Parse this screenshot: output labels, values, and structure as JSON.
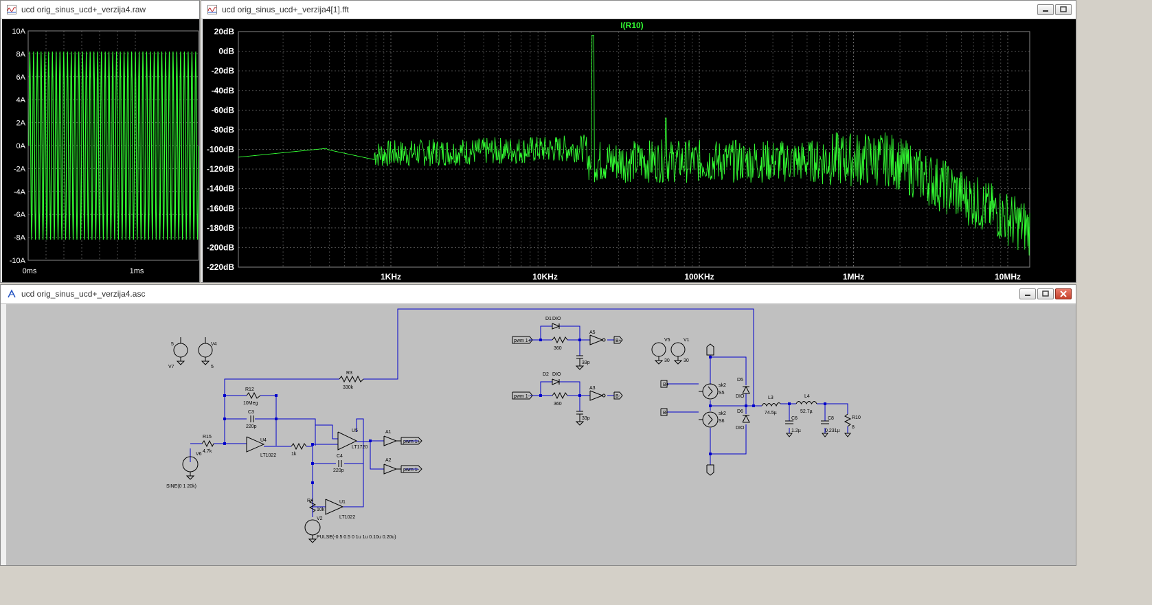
{
  "windows": {
    "raw": {
      "title": "ucd orig_sinus_ucd+_verzija4.raw",
      "y_ticks": [
        "10A",
        "8A",
        "6A",
        "4A",
        "2A",
        "0A",
        "-2A",
        "-4A",
        "-6A",
        "-8A",
        "-10A"
      ],
      "x_ticks": [
        "0ms",
        "1ms"
      ]
    },
    "fft": {
      "title": "ucd orig_sinus_ucd+_verzija4[1].fft",
      "trace_label": "I(R10)",
      "y_ticks": [
        "20dB",
        "0dB",
        "-20dB",
        "-40dB",
        "-60dB",
        "-80dB",
        "-100dB",
        "-120dB",
        "-140dB",
        "-160dB",
        "-180dB",
        "-200dB",
        "-220dB"
      ],
      "x_ticks": [
        "1KHz",
        "10KHz",
        "100KHz",
        "1MHz",
        "10MHz"
      ]
    },
    "schematic": {
      "title": "ucd orig_sinus_ucd+_verzija4.asc"
    }
  },
  "colors": {
    "trace": "#33ff33",
    "plot_bg": "#000000",
    "wire": "#0000cc",
    "schematic_bg": "#c0c0c0"
  },
  "schematic": {
    "labels": {
      "v7_val": "5",
      "v7_name": "V7",
      "v4_name": "V4",
      "v4_val": "5",
      "r3_name": "R3",
      "r3_val": "330k",
      "r12_name": "R12",
      "r12_val": "10Meg",
      "c3_name": "C3",
      "c3_val": "220p",
      "r15_name": "R15",
      "r15_val": "4.7k",
      "u4_name": "U4",
      "u4_part": "LT1022",
      "v6_name": "V6",
      "v6_val": "SINE(0 1 20k)",
      "r_mid_val": "1k",
      "u5_name": "U5",
      "u5_part": "LT1720",
      "c4_name": "C4",
      "c4_val": "220p",
      "u1_name": "U1",
      "u1_part": "LT1022",
      "r4_name": "R4",
      "r4_val": "10k",
      "v2_name": "V2",
      "v2_val": "PULSE(-0.5 0.5 0 1u 1u 0.10u 0.20u)",
      "a1_name": "A1",
      "a2_name": "A2",
      "pwm1p": "pwm 1+",
      "pwm1m": "pwm 1-",
      "d1_name": "D1",
      "d1_part": "DIO",
      "d2_name": "D2",
      "d2_part": "DIO",
      "r_d1_val": "360",
      "r_d2_val": "360",
      "a5_name": "A5",
      "a3_name": "A3",
      "c_a5_val": "33p",
      "c_a3_val": "33p",
      "bp": "B+",
      "bm": "B-",
      "v5_name": "V5",
      "v5_val": "30",
      "v1_name": "V1",
      "v1_val": "30",
      "s5_name": "S5",
      "s6_name": "S6",
      "sw_model": "sk2",
      "d5_name": "D5",
      "d6_name": "D6",
      "dio": "DIO",
      "l3_name": "L3",
      "l3_val": "74.5µ",
      "l4_name": "L4",
      "l4_val": "52.7µ",
      "c6_name": "C6",
      "c6_val": "1.2µ",
      "c8_name": "C8",
      "c8_val": "0.231µ",
      "r10_name": "R10",
      "r10_val": "8"
    }
  }
}
